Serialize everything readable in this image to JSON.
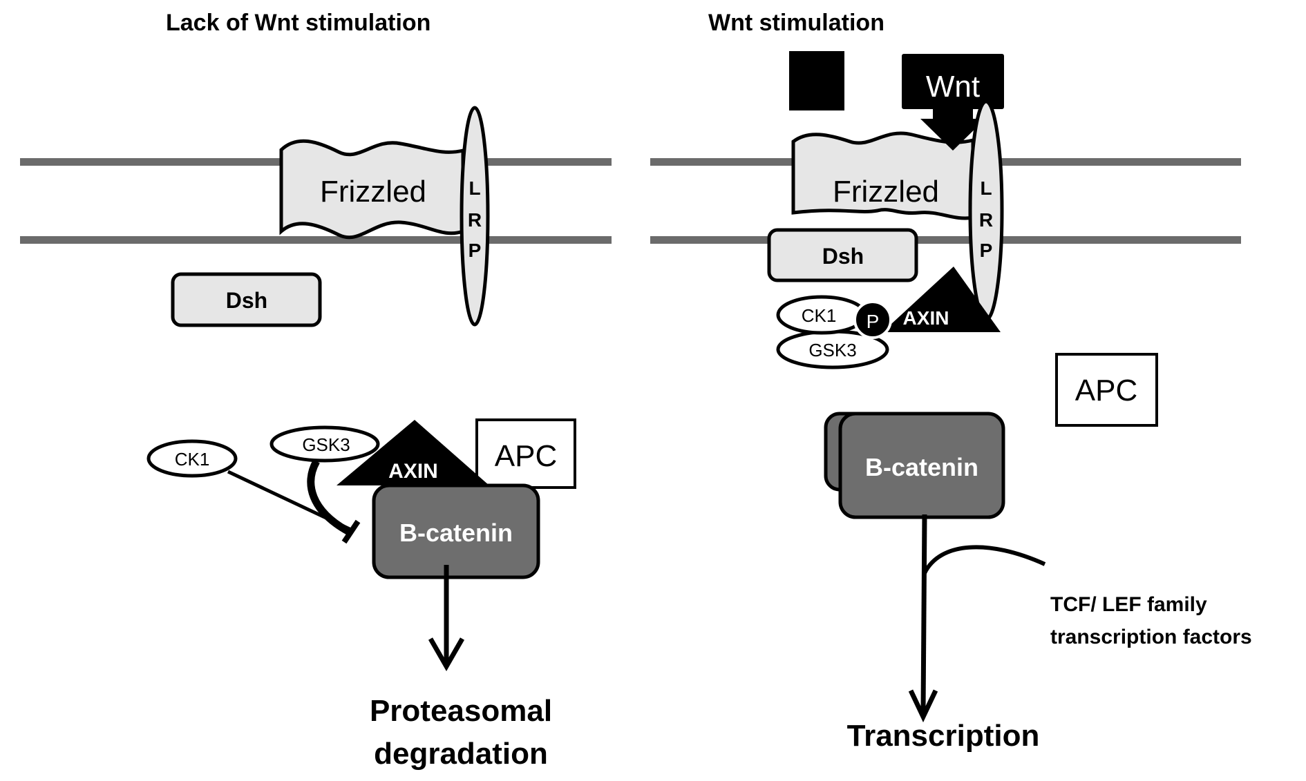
{
  "panels": {
    "left": {
      "title": "Lack of Wnt stimulation",
      "frizzled": "Frizzled",
      "lrp": [
        "L",
        "R",
        "P"
      ],
      "dsh": "Dsh",
      "ck1": "CK1",
      "gsk3": "GSK3",
      "axin": "AXIN",
      "apc": "APC",
      "bcatenin": "B-catenin",
      "outcome_line1": "Proteasomal",
      "outcome_line2": "degradation"
    },
    "right": {
      "title": "Wnt stimulation",
      "wnt": "Wnt",
      "frizzled": "Frizzled",
      "lrp": [
        "L",
        "R",
        "P"
      ],
      "dsh": "Dsh",
      "ck1": "CK1",
      "phospho": "P",
      "gsk3": "GSK3",
      "axin": "AXIN",
      "apc": "APC",
      "bcatenin": "B-catenin",
      "tcf_line1": "TCF/ LEF family",
      "tcf_line2": "transcription  factors",
      "outcome": "Transcription"
    }
  },
  "colors": {
    "membrane": "#6b6b6b",
    "protein_light": "#e6e6e6",
    "bcatenin_fill": "#6e6e6e",
    "dark": "#000000",
    "background": "#ffffff"
  }
}
